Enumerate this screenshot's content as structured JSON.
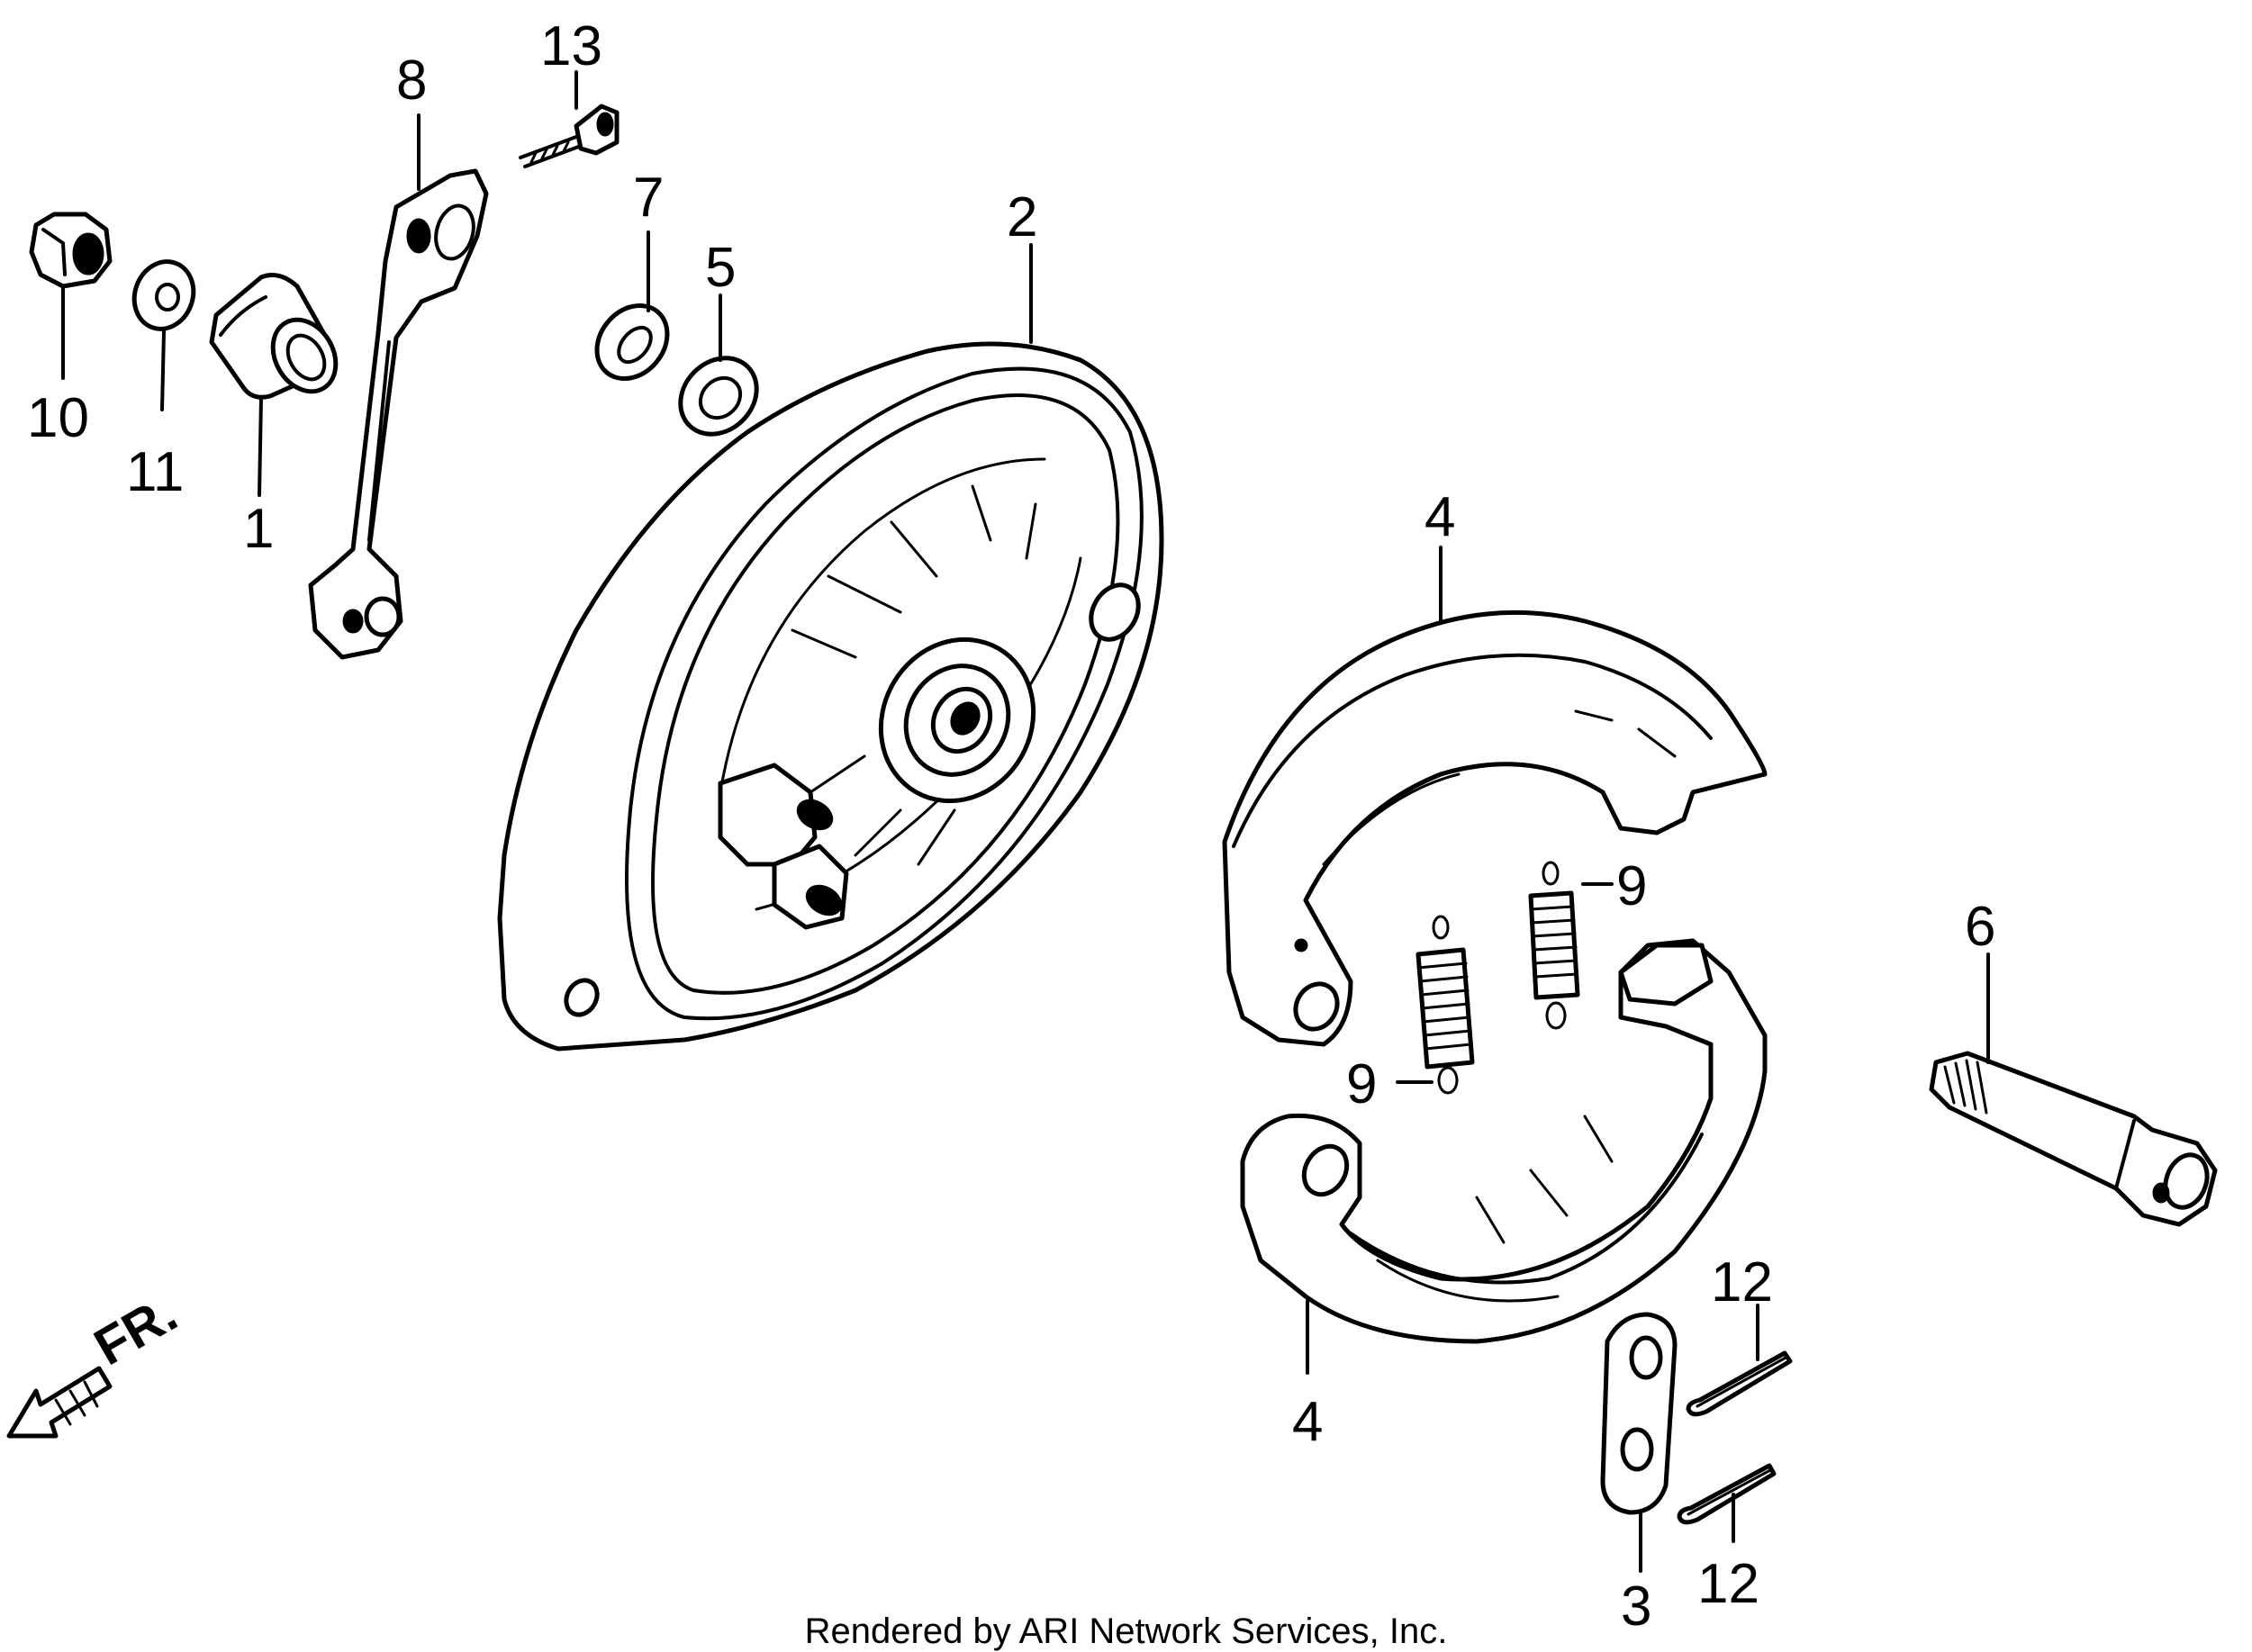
{
  "callouts": {
    "c1": "1",
    "c2": "2",
    "c3": "3",
    "c4a": "4",
    "c4b": "4",
    "c5": "5",
    "c6": "6",
    "c7": "7",
    "c8": "8",
    "c9a": "9",
    "c9b": "9",
    "c10": "10",
    "c11": "11",
    "c12a": "12",
    "c12b": "12",
    "c13": "13"
  },
  "direction_label": "FR.",
  "credit": "Rendered by ARI Network Services, Inc.",
  "colors": {
    "line": "#000000",
    "background": "#ffffff"
  }
}
